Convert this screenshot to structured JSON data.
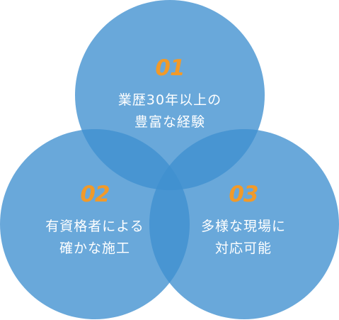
{
  "colors": {
    "circle_fill": "#3f8fcf",
    "number_text": "#f19a2a",
    "label_text": "#ffffff"
  },
  "items": [
    {
      "number": "01",
      "text": "業歴30年以上の\n豊富な経験"
    },
    {
      "number": "02",
      "text": "有資格者による\n確かな施工"
    },
    {
      "number": "03",
      "text": "多様な現場に\n対応可能"
    }
  ]
}
